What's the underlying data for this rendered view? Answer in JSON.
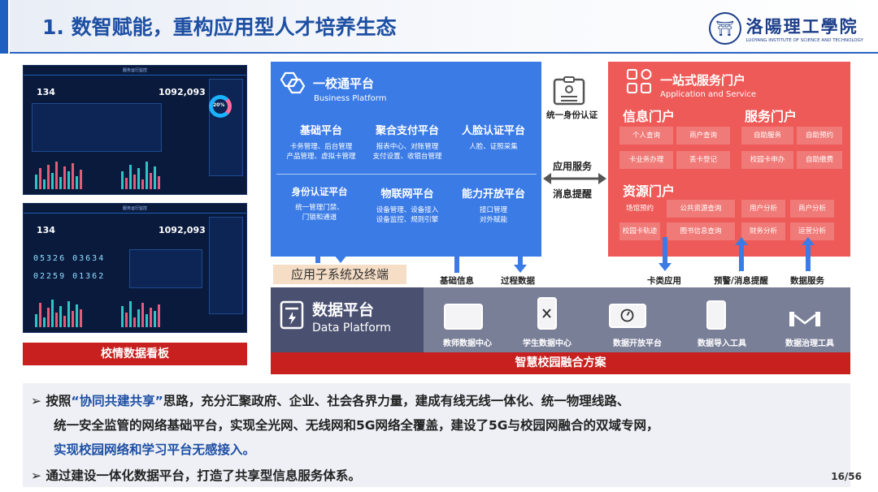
{
  "slide": {
    "title": "1. 数智赋能，重构应用型人才培养生态",
    "logo_text": "洛陽理工學院",
    "logo_sub": "LUOYANG INSTITUTE OF SCIENCE AND TECHNOLOGY",
    "page_number": "16/56"
  },
  "dashboard": {
    "top_title": "服务运行监控",
    "kpi_left": "134",
    "kpi_right": "1092,093",
    "ring_value": "20%",
    "digits_row1": "05326  03634",
    "digits_row2": "02259  01362",
    "caption": "校情数据看板"
  },
  "business_platform": {
    "title": "一校通平台",
    "subtitle": "Business Platform",
    "cells": [
      {
        "title": "基础平台",
        "line1": "卡务管理、后台管理",
        "line2": "产品管理、虚拟卡管理"
      },
      {
        "title": "聚合支付平台",
        "line1": "报表中心、对账管理",
        "line2": "支付设置、收银台管理"
      },
      {
        "title": "人脸认证平台",
        "line1": "人脸、证照采集",
        "line2": ""
      },
      {
        "title": "身份认证平台",
        "line1": "统一管理门禁、",
        "line2": "门锁和通道"
      },
      {
        "title": "物联网平台",
        "line1": "设备管理、设备接入",
        "line2": "设备监控、规则引擎"
      },
      {
        "title": "能力开放平台",
        "line1": "接口管理",
        "line2": "对外赋能"
      }
    ]
  },
  "middle": {
    "identity": "统一身份认证",
    "app_service": "应用服务",
    "msg_alert": "消息提醒"
  },
  "portal": {
    "title": "一站式服务门户",
    "subtitle": "Application and Service",
    "info_portal": "信息门户",
    "service_portal": "服务门户",
    "resource_portal": "资源门户",
    "info_items": [
      "个人查询",
      "商户查询",
      "卡业务办理",
      "丢卡登记"
    ],
    "service_items": [
      "自助服务",
      "自助预约",
      "校园卡申办",
      "自助缴费"
    ],
    "resource_items_left": [
      "场馆预约",
      "公共资源查询",
      "校园卡轨迹",
      "图书信息查询"
    ],
    "resource_items_right": [
      "用户分析",
      "商户分析",
      "财务分析",
      "运营分析"
    ]
  },
  "flows": {
    "terminal": "应用子系统及终端",
    "basic_info": "基础信息",
    "process_data": "过程数据",
    "card_app": "卡类应用",
    "warn_msg": "预警/消息提醒",
    "data_service": "数据服务"
  },
  "data_platform": {
    "title": "数据平台",
    "subtitle": "Data Platform",
    "modules": [
      "教师数据中心",
      "学生数据中心",
      "数据开放平台",
      "数据导入工具",
      "数据治理工具"
    ],
    "banner": "智慧校园融合方案"
  },
  "bullets": {
    "b1_pre": "按照",
    "b1_quote": "“协同共建共享”",
    "b1_post": "思路，充分汇聚政府、企业、社会各界力量，建成有线无线一体化、统一物理线路、",
    "b1_line2": "统一安全监管的网络基础平台，实现全光网、无线网和5G网络全覆盖，建设了5G与校园网融合的双域专网，",
    "b1_line3": "实现校园网络和学习平台无感接入。",
    "b2": "通过建设一体化数据平台，打造了共享型信息服务体系。"
  },
  "colors": {
    "blue": "#3a7be6",
    "red": "#ee5a58",
    "dark_red": "#c8201e",
    "title_blue": "#1d4fa3"
  }
}
